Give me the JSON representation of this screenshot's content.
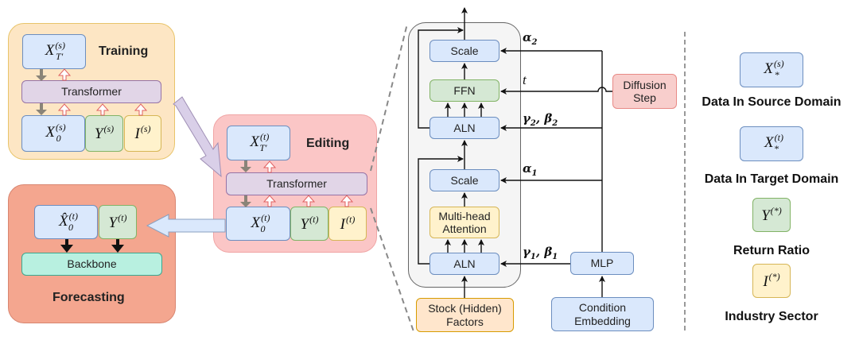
{
  "training": {
    "title": "Training",
    "top_var": {
      "base": "X",
      "sup": "(s)",
      "sub": "T′"
    },
    "transformer_label": "Transformer",
    "inputs": [
      {
        "base": "X",
        "sup": "(s)",
        "sub": "0"
      },
      {
        "base": "Y",
        "sup": "(s)",
        "sub": ""
      },
      {
        "base": "I",
        "sup": "(s)",
        "sub": ""
      }
    ]
  },
  "editing": {
    "title": "Editing",
    "top_var": {
      "base": "X",
      "sup": "(t)",
      "sub": "T′"
    },
    "transformer_label": "Transformer",
    "inputs": [
      {
        "base": "X",
        "sup": "(t)",
        "sub": "0"
      },
      {
        "base": "Y",
        "sup": "(t)",
        "sub": ""
      },
      {
        "base": "I",
        "sup": "(t)",
        "sub": ""
      }
    ]
  },
  "forecasting": {
    "title": "Forecasting",
    "inputs": [
      {
        "base": "X̂",
        "sup": "(t)",
        "sub": "0"
      },
      {
        "base": "Y",
        "sup": "(t)",
        "sub": ""
      }
    ],
    "backbone_label": "Backbone"
  },
  "transformer_block": {
    "scale_top": "Scale",
    "ffn": "FFN",
    "aln_top": "ALN",
    "scale_bottom": "Scale",
    "attention": "Multi-head Attention",
    "aln_bottom": "ALN",
    "input": "Stock (Hidden) Factors",
    "mlp": "MLP",
    "condition": "Condition Embedding",
    "diffusion": "Diffusion Step",
    "params": {
      "alpha2": {
        "base": "α",
        "sub": "2"
      },
      "t": "t",
      "gamma2_beta2": {
        "g": "γ",
        "gsub": "2",
        "b": "β",
        "bsub": "2"
      },
      "alpha1": {
        "base": "α",
        "sub": "1"
      },
      "gamma1_beta1": {
        "g": "γ",
        "gsub": "1",
        "b": "β",
        "bsub": "1"
      }
    }
  },
  "legend": [
    {
      "var": {
        "base": "X",
        "sup": "(s)",
        "sub": "*"
      },
      "label": "Data In Source Domain",
      "color": "blue"
    },
    {
      "var": {
        "base": "X",
        "sup": "(t)",
        "sub": "*"
      },
      "label": "Data In Target Domain",
      "color": "blue"
    },
    {
      "var": {
        "base": "Y",
        "sup": "(*)",
        "sub": ""
      },
      "label": "Return Ratio",
      "color": "green"
    },
    {
      "var": {
        "base": "I",
        "sup": "(*)",
        "sub": ""
      },
      "label": "Industry Sector",
      "color": "yellow"
    }
  ]
}
